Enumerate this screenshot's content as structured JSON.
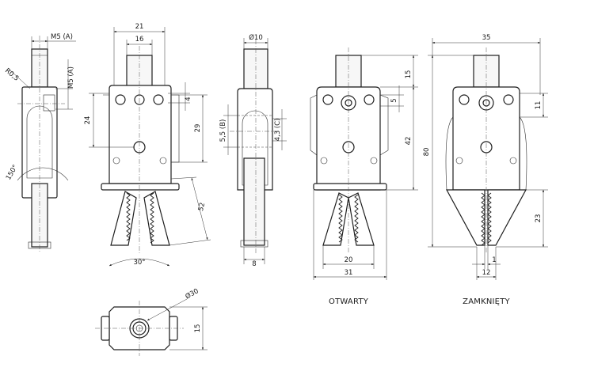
{
  "views": {
    "open_label": "OTWARTY",
    "closed_label": "ZAMKNIĘTY"
  },
  "dimensions": {
    "side": {
      "thread_top": "M5 (A)",
      "radius": "R0,5",
      "thread_side": "M5 (A)",
      "angle": "150°"
    },
    "front": {
      "width_21": "21",
      "width_16": "16",
      "height_24": "24",
      "height_29": "29",
      "offset_4": "4",
      "jaw_52": "52",
      "angle_30": "30°"
    },
    "profile": {
      "dia_10": "Ø10",
      "hole_b": "5,5 (B)",
      "hole_c": "4,3 (C)",
      "width_8": "8"
    },
    "open": {
      "height_15": "15",
      "offset_5": "5",
      "height_42": "42",
      "gap_20": "20",
      "width_31": "31"
    },
    "closed": {
      "width_35": "35",
      "height_11": "11",
      "height_80": "80",
      "height_23": "23",
      "gap_1": "1",
      "width_12": "12"
    },
    "bottom": {
      "dia_30": "Ø30",
      "height_15": "15"
    }
  }
}
